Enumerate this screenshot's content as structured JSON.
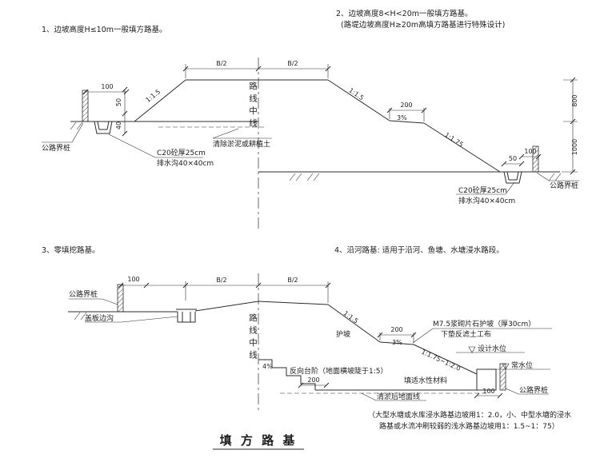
{
  "notes": {
    "n1": "1、边坡高度H≤10m一般填方路基。",
    "n2a": "2、边坡高度8<H<20m一般填方路基。",
    "n2b": "(路堤边坡高度H≥20m高填方路基进行特殊设计)",
    "n3": "3、零填挖路基。",
    "n4": "4、沿河路基: 适用于沿河、鱼塘、水塘浸水路段。",
    "footnote1": "（大型水塘或水库浸水路基边坡用1：2.0，小、中型水塘的浸水",
    "footnote2": "路基或水流冲刷较弱的浅水路基边坡用1：1.5~1：75）"
  },
  "title": "填 方 路 基",
  "d1": {
    "b2_left": "B/2",
    "b2_right": "B/2",
    "centerline": "路线中线",
    "slope_left": "1:1.5",
    "slope_right_upper": "1:1.5",
    "slope_right_lower": "1:1.75",
    "berm_width": "200",
    "berm_grade": "3%",
    "boundary_left": "公路界桩",
    "boundary_right": "公路界桩",
    "clear_note": "清除淤泥或耕植土",
    "ditch_left_1": "C20砼厚25cm",
    "ditch_left_2": "排水沟40×40cm",
    "ditch_right_1": "C20砼厚25cm",
    "ditch_right_2": "排水沟40×40cm",
    "dim_100_left": "100",
    "dim_50_left": "50",
    "dim_40_left": "40",
    "dim_50_right": "50",
    "dim_100_right": "100",
    "dim_800": "800",
    "dim_1000": "1000"
  },
  "d2": {
    "dim_100_left": "100",
    "b2_left": "B/2",
    "b2_right": "B/2",
    "centerline": "路线中线",
    "boundary_left": "公路界桩",
    "boundary_right": "公路界桩",
    "cover_ditch": "盖板边沟",
    "slope_upper": "1:1.5",
    "slope_protection": "护坡",
    "berm_width": "200",
    "berm_grade": "3%",
    "riprap_1": "M7.5浆砌片石护坡（厚30cm）",
    "riprap_2": "下垫反滤土工布",
    "design_water_level": "设计水位",
    "normal_water_level": "常水位",
    "slope_lower": "1:1.75~1:2.0",
    "fill_material": "填适水性材料",
    "steps_note": "反向台阶（地面横坡陡于1:5）",
    "base_grade": "4%",
    "dim_200": "200",
    "dredged_ground": "清淤后地面线",
    "dim_100_right": "100"
  }
}
